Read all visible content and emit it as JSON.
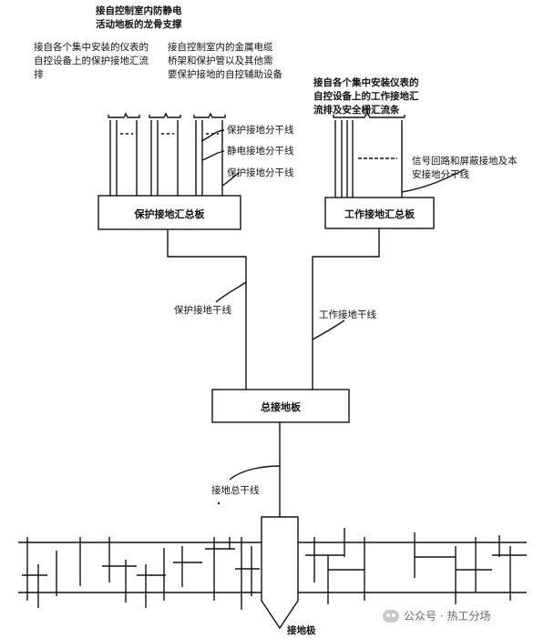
{
  "labels": {
    "top_support": [
      "接自控制室内防静电",
      "活动地板的龙骨支撑"
    ],
    "left_protect_busbar": [
      "接自各个集中安装的仪表的",
      "自控设备上的保护接地汇流",
      "排"
    ],
    "cable_tray": [
      "接自控制室内的金属电缆",
      "桥架和保护管以及其他需",
      "要保护接地的自控辅助设备"
    ],
    "right_work_busbar": [
      "接自各个集中安装仪表的",
      "自控设备上的工作接地汇",
      "流排及安全栅汇流条"
    ],
    "protect_branch_1": "保护接地分干线",
    "static_branch": "静电接地分干线",
    "protect_branch_2": "保护接地分干线",
    "signal_branch": [
      "信号回路和屏蔽接地及本",
      "安接地分干线"
    ],
    "protect_trunk": "保护接地干线",
    "work_trunk": "工作接地干线",
    "main_trunk": "接地总干线",
    "electrode": "接地极"
  },
  "boxes": {
    "protect_board": "保护接地汇总板",
    "work_board": "工作接地汇总板",
    "main_board": "总接地板"
  },
  "watermark": "公众号 · 热工分场"
}
